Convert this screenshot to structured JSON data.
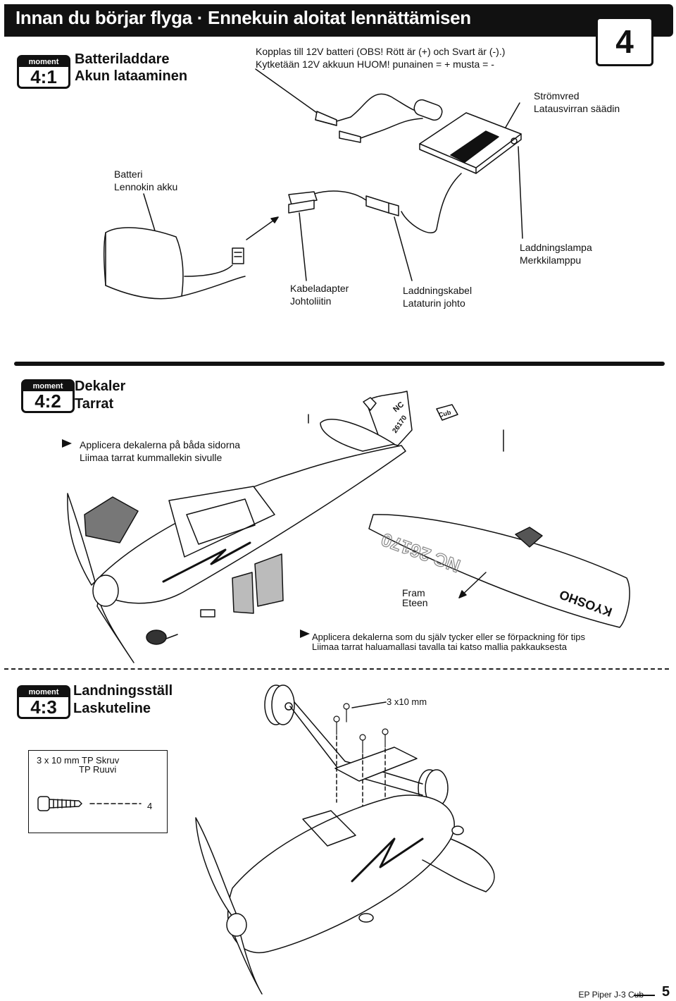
{
  "header": {
    "title": "Innan du börjar flyga · Ennekuin aloitat lennättämisen",
    "chapter": "4"
  },
  "badge_word": "moment",
  "step1": {
    "number": "4:1",
    "title_sv": "Batteriladdare",
    "title_fi": "Akun lataaminen",
    "note_sv": "Kopplas till 12V batteri (OBS! Rött är (+) och Svart är (-).)",
    "note_fi": "Kytketään 12V akkuun HUOM! punainen = + musta = -",
    "label_regulator_sv": "Strömvred",
    "label_regulator_fi": "Latausvirran säädin",
    "label_battery_sv": "Batteri",
    "label_battery_fi": "Lennokin akku",
    "label_lamp_sv": "Laddningslampa",
    "label_lamp_fi": "Merkkilamppu",
    "label_adapter_sv": "Kabeladapter",
    "label_adapter_fi": "Johtoliitin",
    "label_cable_sv": "Laddningskabel",
    "label_cable_fi": "Lataturin johto"
  },
  "step2": {
    "number": "4:2",
    "title_sv": "Dekaler",
    "title_fi": "Tarrat",
    "instr1_sv": "Applicera dekalerna på båda sidorna",
    "instr1_fi": "Liimaa tarrat kummallekin sivulle",
    "forward_sv": "Fram",
    "forward_fi": "Eteen",
    "instr2_sv": "Applicera dekalerna som du själv tycker eller se förpackning för tips",
    "instr2_fi": "Liimaa tarrat haluamallasi tavalla tai katso mallia pakkauksesta",
    "decal_wing_reg": "NC 26170",
    "decal_tail_nc": "NC",
    "decal_tail_num": "26170",
    "decal_brand": "KYOSHO",
    "decal_cub": "Cub"
  },
  "step3": {
    "number": "4:3",
    "title_sv": "Landningsställ",
    "title_fi": "Laskuteline",
    "screw_callout": "3 x10 mm",
    "screw_box_line1": "3 x 10 mm TP Skruv",
    "screw_box_line2": "TP Ruuvi",
    "screw_qty": "4"
  },
  "footer": {
    "product": "EP Piper J-3 Cub",
    "page": "5"
  }
}
